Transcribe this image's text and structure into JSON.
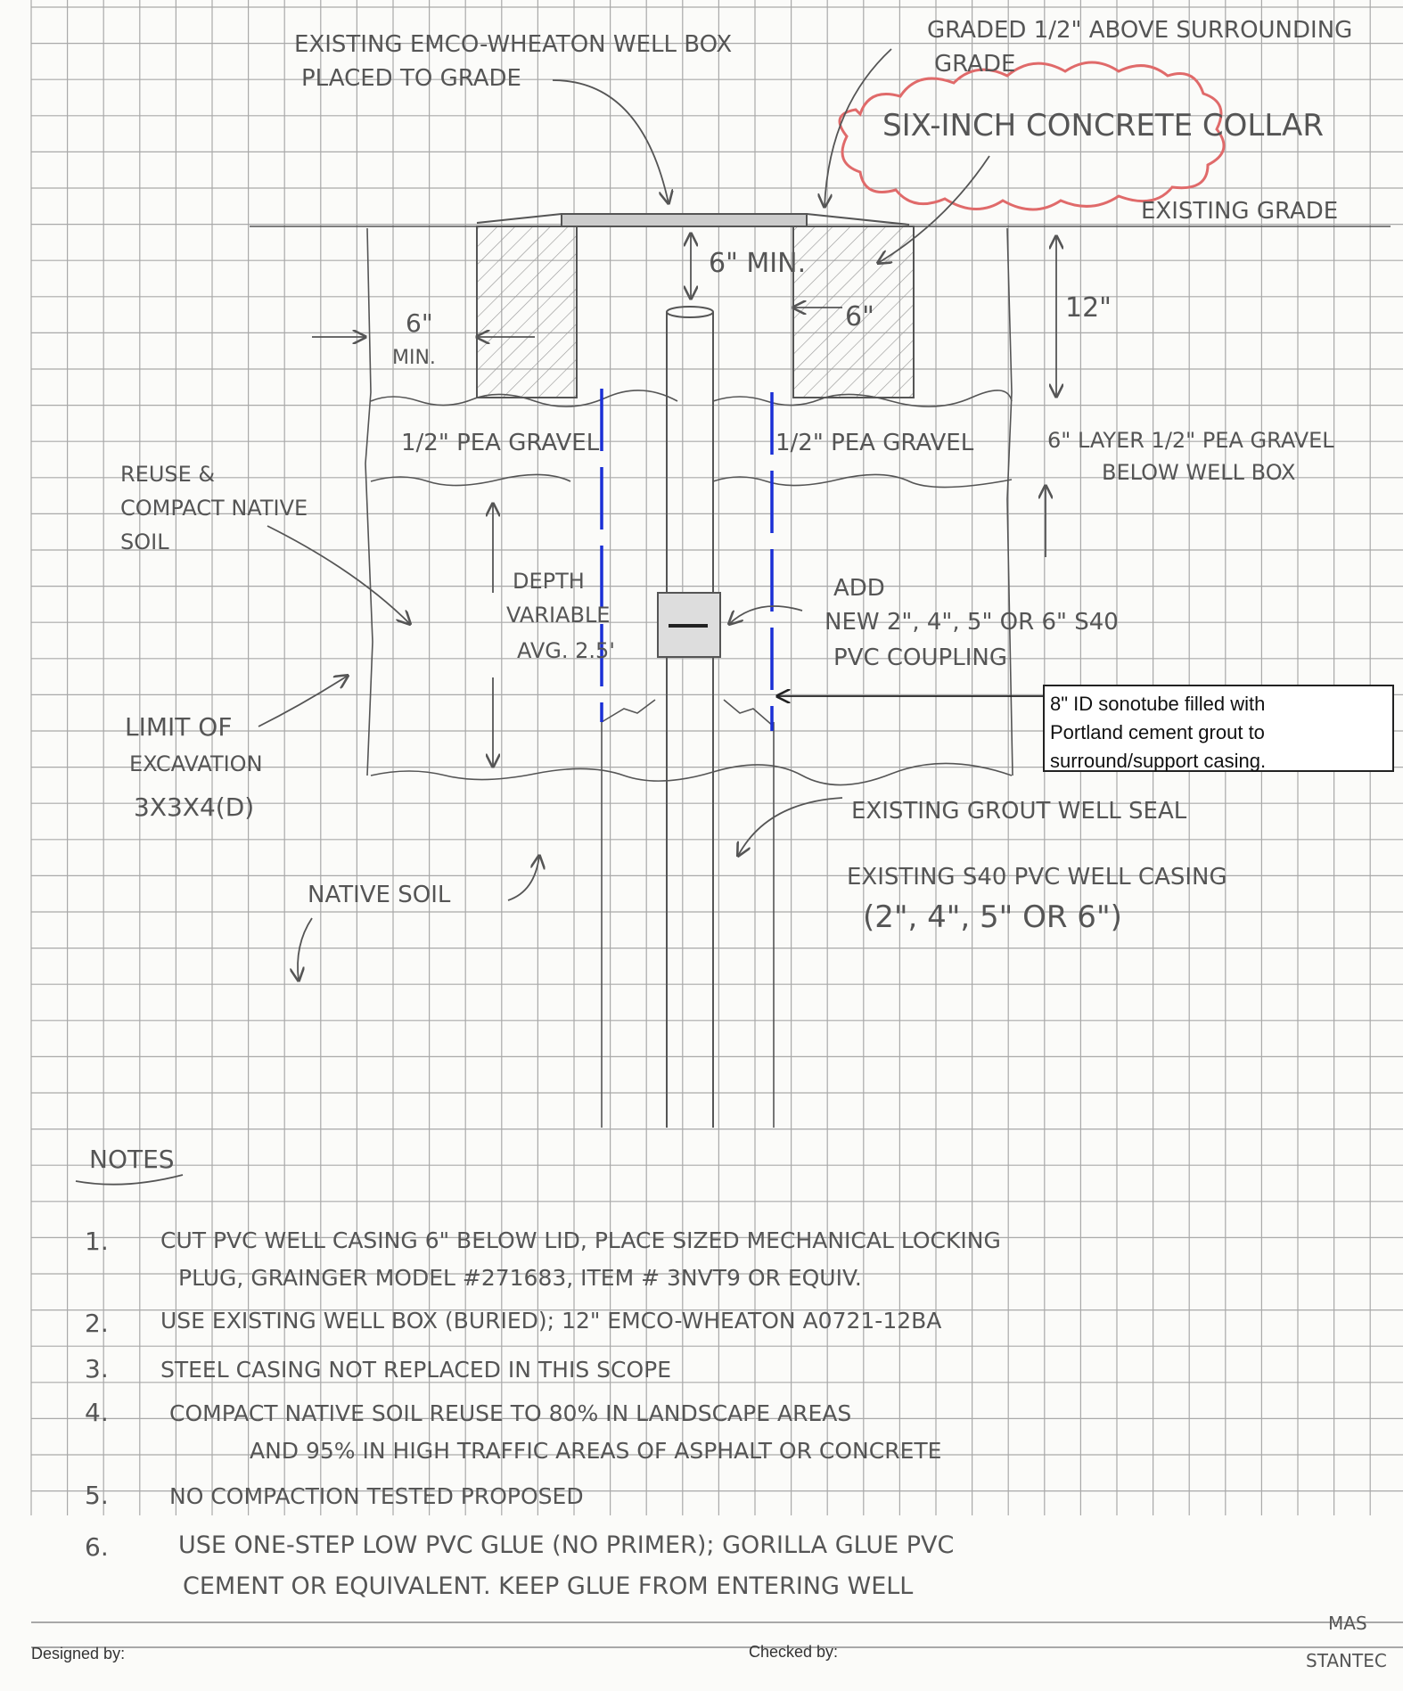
{
  "labels": {
    "well_box": [
      "EXISTING EMCO-WHEATON WELL BOX",
      "PLACED TO GRADE"
    ],
    "graded": [
      "GRADED 1/2\" ABOVE SURROUNDING",
      "GRADE"
    ],
    "collar": "SIX-INCH CONCRETE COLLAR",
    "existing_grade": "EXISTING GRADE",
    "six_min_top": "6\" MIN.",
    "six_min_side": [
      "6\"",
      "MIN."
    ],
    "six_inch": "6\"",
    "twelve": "12\"",
    "pea_gravel_left": "1/2\" PEA GRAVEL",
    "pea_gravel_right": "1/2\" PEA GRAVEL",
    "pea_layer": [
      "6\" LAYER 1/2\" PEA GRAVEL",
      "BELOW WELL BOX"
    ],
    "reuse": [
      "REUSE &",
      "COMPACT NATIVE",
      "SOIL"
    ],
    "depth": [
      "DEPTH",
      "VARIABLE",
      "AVG. 2.5'"
    ],
    "add_new": [
      "ADD",
      "NEW 2\", 4\", 5\" OR 6\" S40",
      "PVC COUPLING"
    ],
    "limit": [
      "LIMIT OF",
      "EXCAVATION",
      "3X3X4(D)"
    ],
    "grout_seal": "EXISTING GROUT WELL SEAL",
    "casing": [
      "EXISTING S40 PVC WELL CASING",
      "(2\", 4\", 5\" OR 6\")"
    ],
    "native_soil": "NATIVE SOIL"
  },
  "callout": {
    "lines": [
      "8\" ID sonotube filled with",
      "Portland cement grout to",
      "surround/support casing."
    ]
  },
  "notes": {
    "heading": "NOTES",
    "items": [
      {
        "num": "1.",
        "lines": [
          "CUT PVC WELL CASING 6\" BELOW LID, PLACE SIZED MECHANICAL LOCKING",
          "PLUG, GRAINGER MODEL #271683, ITEM # 3NVT9 OR EQUIV."
        ]
      },
      {
        "num": "2.",
        "lines": [
          "USE EXISTING WELL BOX (BURIED); 12\" EMCO-WHEATON A0721-12BA"
        ]
      },
      {
        "num": "3.",
        "lines": [
          "STEEL CASING NOT REPLACED IN THIS SCOPE"
        ]
      },
      {
        "num": "4.",
        "lines": [
          "COMPACT NATIVE SOIL REUSE TO 80% IN LANDSCAPE AREAS",
          "AND 95% IN HIGH TRAFFIC AREAS OF ASPHALT OR CONCRETE"
        ]
      },
      {
        "num": "5.",
        "lines": [
          "NO COMPACTION TESTED PROPOSED"
        ]
      },
      {
        "num": "6.",
        "lines": [
          "USE ONE-STEP LOW PVC GLUE (NO PRIMER); GORILLA GLUE PVC",
          "CEMENT OR EQUIVALENT. KEEP GLUE FROM ENTERING WELL"
        ]
      }
    ]
  },
  "footer": {
    "designed_by": "Designed by:",
    "checked_by": "Checked by:",
    "initials": [
      "MAS",
      "STANTEC"
    ]
  },
  "colors": {
    "grid": "#a9a9a9",
    "pencil": "#555555",
    "blue_dash": "#1a2fd6",
    "cloud": "#e06a6a"
  }
}
